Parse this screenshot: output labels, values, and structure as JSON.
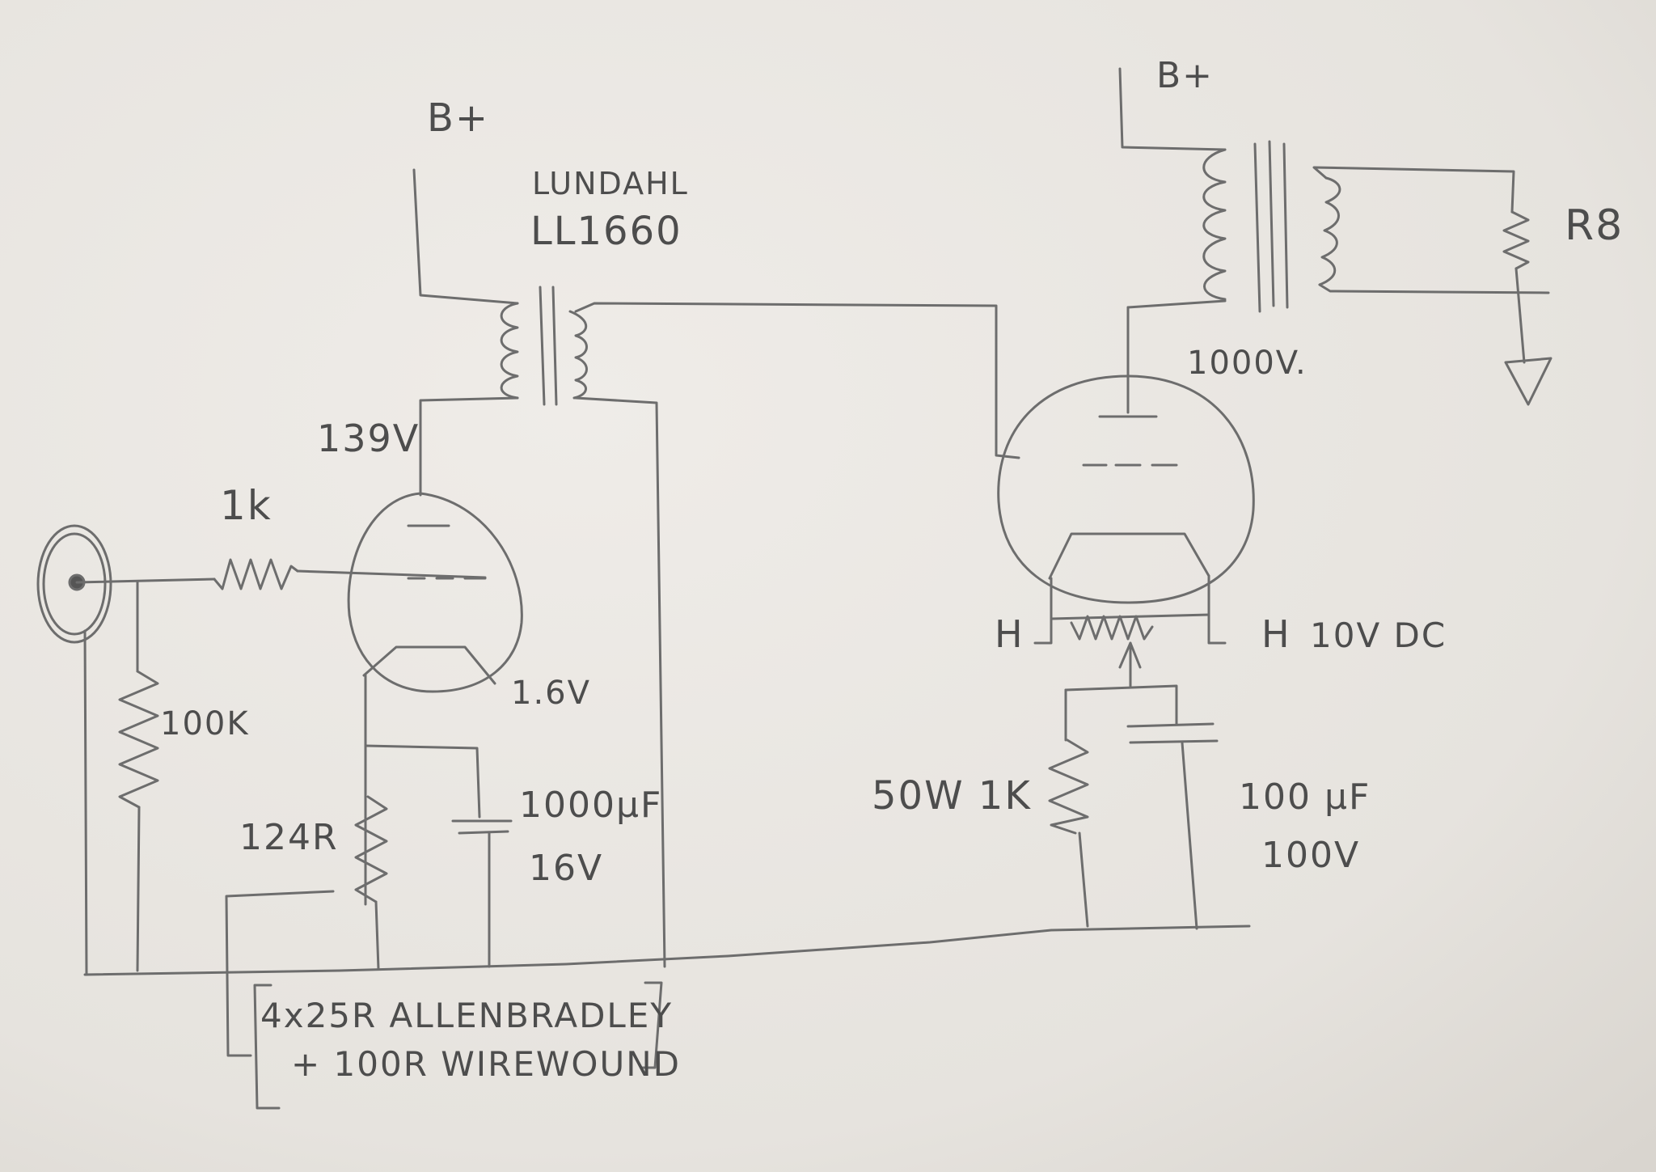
{
  "labels": {
    "bplus_left": "B+",
    "bplus_right": "B+",
    "transformer_brand": "LUNDAHL",
    "transformer_model": "LL1660",
    "plate_voltage_left": "139V",
    "grid_resistor": "1k",
    "grid_leak": "100K",
    "cathode_voltage": "1.6V",
    "cathode_resistor": "124R",
    "cathode_cap_value": "1000µF",
    "cathode_cap_voltage": "16V",
    "note_line1": "4x25R ALLENBRADLEY",
    "note_line2": "+ 100R WIREWOUND",
    "plate_voltage_right": "1000V.",
    "load_resistor": "R8",
    "heater_left": "H",
    "heater_right": "H",
    "heater_supply": "10V DC",
    "power_resistor": "50W 1K",
    "bypass_cap_value": "100 µF",
    "bypass_cap_voltage": "100V"
  },
  "colors": {
    "paper": "#e9e6e1",
    "pencil": "#6d6d6d"
  }
}
